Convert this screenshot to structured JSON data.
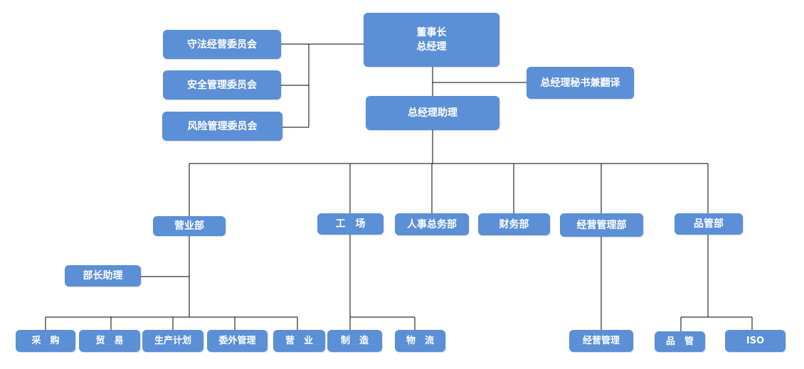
{
  "chairman": {
    "line1": "董事长",
    "line2": "总经理"
  },
  "committees": [
    "守法经营委员会",
    "安全管理委员会",
    "风险管理委员会"
  ],
  "secretary": "总经理秘书兼翻译",
  "assistant": "总经理助理",
  "departments": [
    "营业部",
    "工　场",
    "人事总务部",
    "财务部",
    "经营管理部",
    "品管部"
  ],
  "sales_assistant": "部长助理",
  "sales_subunits": [
    "采　购",
    "贸　易",
    "生产计划",
    "委外管理",
    "营　业"
  ],
  "factory_subunits": [
    "制　造",
    "物　流"
  ],
  "mgmt_subunit": "经营管理",
  "quality_subunits": [
    "品　管",
    "ISO"
  ],
  "colors": {
    "box": "#5b8fd6",
    "text": "#ffffff",
    "line": "#000000"
  }
}
